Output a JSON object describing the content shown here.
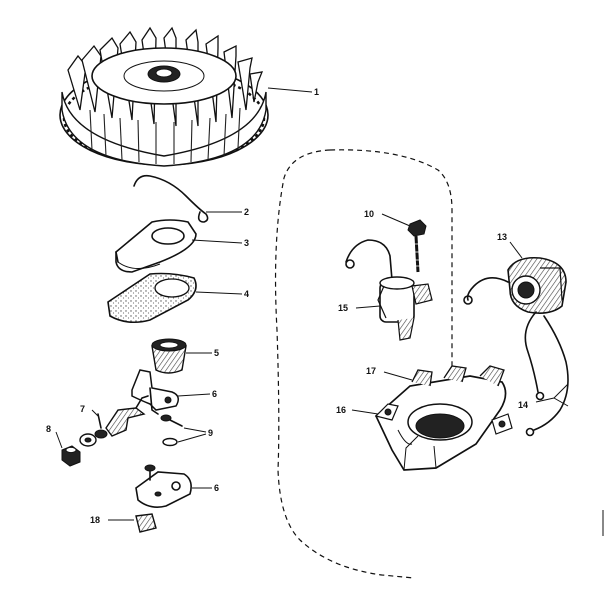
{
  "labels": {
    "p1": "1",
    "p2": "2",
    "p3": "3",
    "p4": "4",
    "p5": "5",
    "p6a": "6",
    "p7": "7",
    "p8": "8",
    "p9": "9",
    "p6b": "6",
    "p10": "10",
    "p13": "13",
    "p14": "14",
    "p15": "15",
    "p16": "16",
    "p17": "17",
    "p18": "18"
  },
  "colors": {
    "ink": "#111111",
    "paper": "#ffffff"
  }
}
